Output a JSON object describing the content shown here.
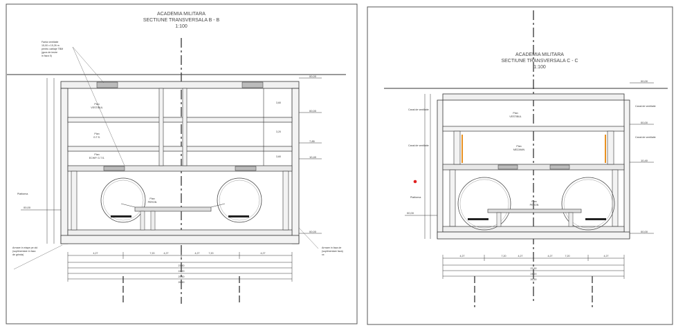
{
  "drawings": {
    "left": {
      "title_line1": "ACADEMIA MILITARA",
      "title_line2": "SECTIUNE TRANSVERSALA B - B",
      "scale": "1:100",
      "callout_top": [
        "Fanta ventilatie",
        "15,00 x 15,26 m",
        "pentru cablaje TBM",
        "(gura de iesire",
        "in faza II)"
      ],
      "rooms": [
        {
          "name": "Plan",
          "sub": "VESTIBUL"
        },
        {
          "name": "Plan",
          "sub": "G.T.S."
        },
        {
          "name": "Plan",
          "sub": "ECHIP. G.T.S."
        }
      ],
      "mid_label": {
        "name": "Plan",
        "sub": "PERON"
      },
      "left_label": "Platforma",
      "levels_right": [
        "00,00",
        "00,00",
        "7,85",
        "10,40",
        "00,00"
      ],
      "levels_left": [
        "00,00"
      ],
      "heights": [
        "3,60",
        "3,20",
        "3,60"
      ],
      "note_left": [
        "Armare in etape pe zid",
        "(suplimentare in faza",
        "de grinda)"
      ],
      "note_right": [
        "Armare in faza de",
        "(suplimentare faza)",
        "xx"
      ],
      "dims": [
        "4,27",
        "7,20",
        "4,27",
        "4,27",
        "7,20",
        "4,27"
      ],
      "total_dims": [
        "23,50",
        "24,20",
        "25,60",
        "26,50"
      ]
    },
    "right": {
      "title_line1": "ACADEMIA MILITARA",
      "title_line2": "SECTIUNE TRANSVERSALA C - C",
      "scale": "1:100",
      "rooms": [
        {
          "name": "Plan",
          "sub": "VESTIBUL"
        },
        {
          "name": "Plan",
          "sub": "MEZANIN"
        }
      ],
      "mid_label": {
        "name": "Plan",
        "sub": "PERON"
      },
      "left_labels": [
        "Canal de ventilatie",
        "Canal de ventilatie",
        "Platforma"
      ],
      "right_labels": [
        "Canal de ventilatie",
        "Canal de ventilatie"
      ],
      "levels_right": [
        "00,00",
        "00,00",
        "10,40",
        "00,00"
      ],
      "levels_left": [
        "00,00"
      ],
      "dims": [
        "4,27",
        "7,20",
        "4,27",
        "4,27",
        "7,20",
        "4,27"
      ],
      "total_dims": [
        "23,50",
        "24,20",
        "26,50"
      ]
    }
  }
}
